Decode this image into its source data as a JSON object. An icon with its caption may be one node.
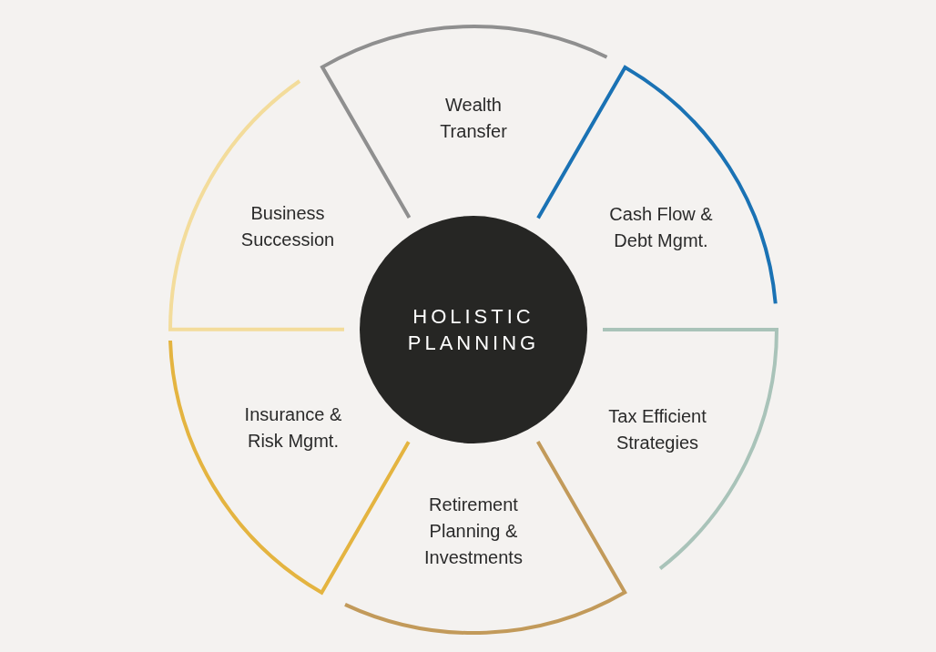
{
  "diagram": {
    "nodes": [
      {
        "text": [
          "HOLISTIC PLANNING"
        ]
      },
      {
        "text": [
          "Wealth Transfer"
        ]
      },
      {
        "text": [
          "Cash Flow & Debt Mgmt."
        ]
      },
      {
        "text": [
          "Tax Efficient Strategies"
        ]
      },
      {
        "text": [
          "Retirement Planning & Investments"
        ]
      },
      {
        "text": [
          "Insurance & Risk Mgmt."
        ]
      },
      {
        "text": [
          "Business Succession"
        ]
      }
    ],
    "edges": []
  }
}
